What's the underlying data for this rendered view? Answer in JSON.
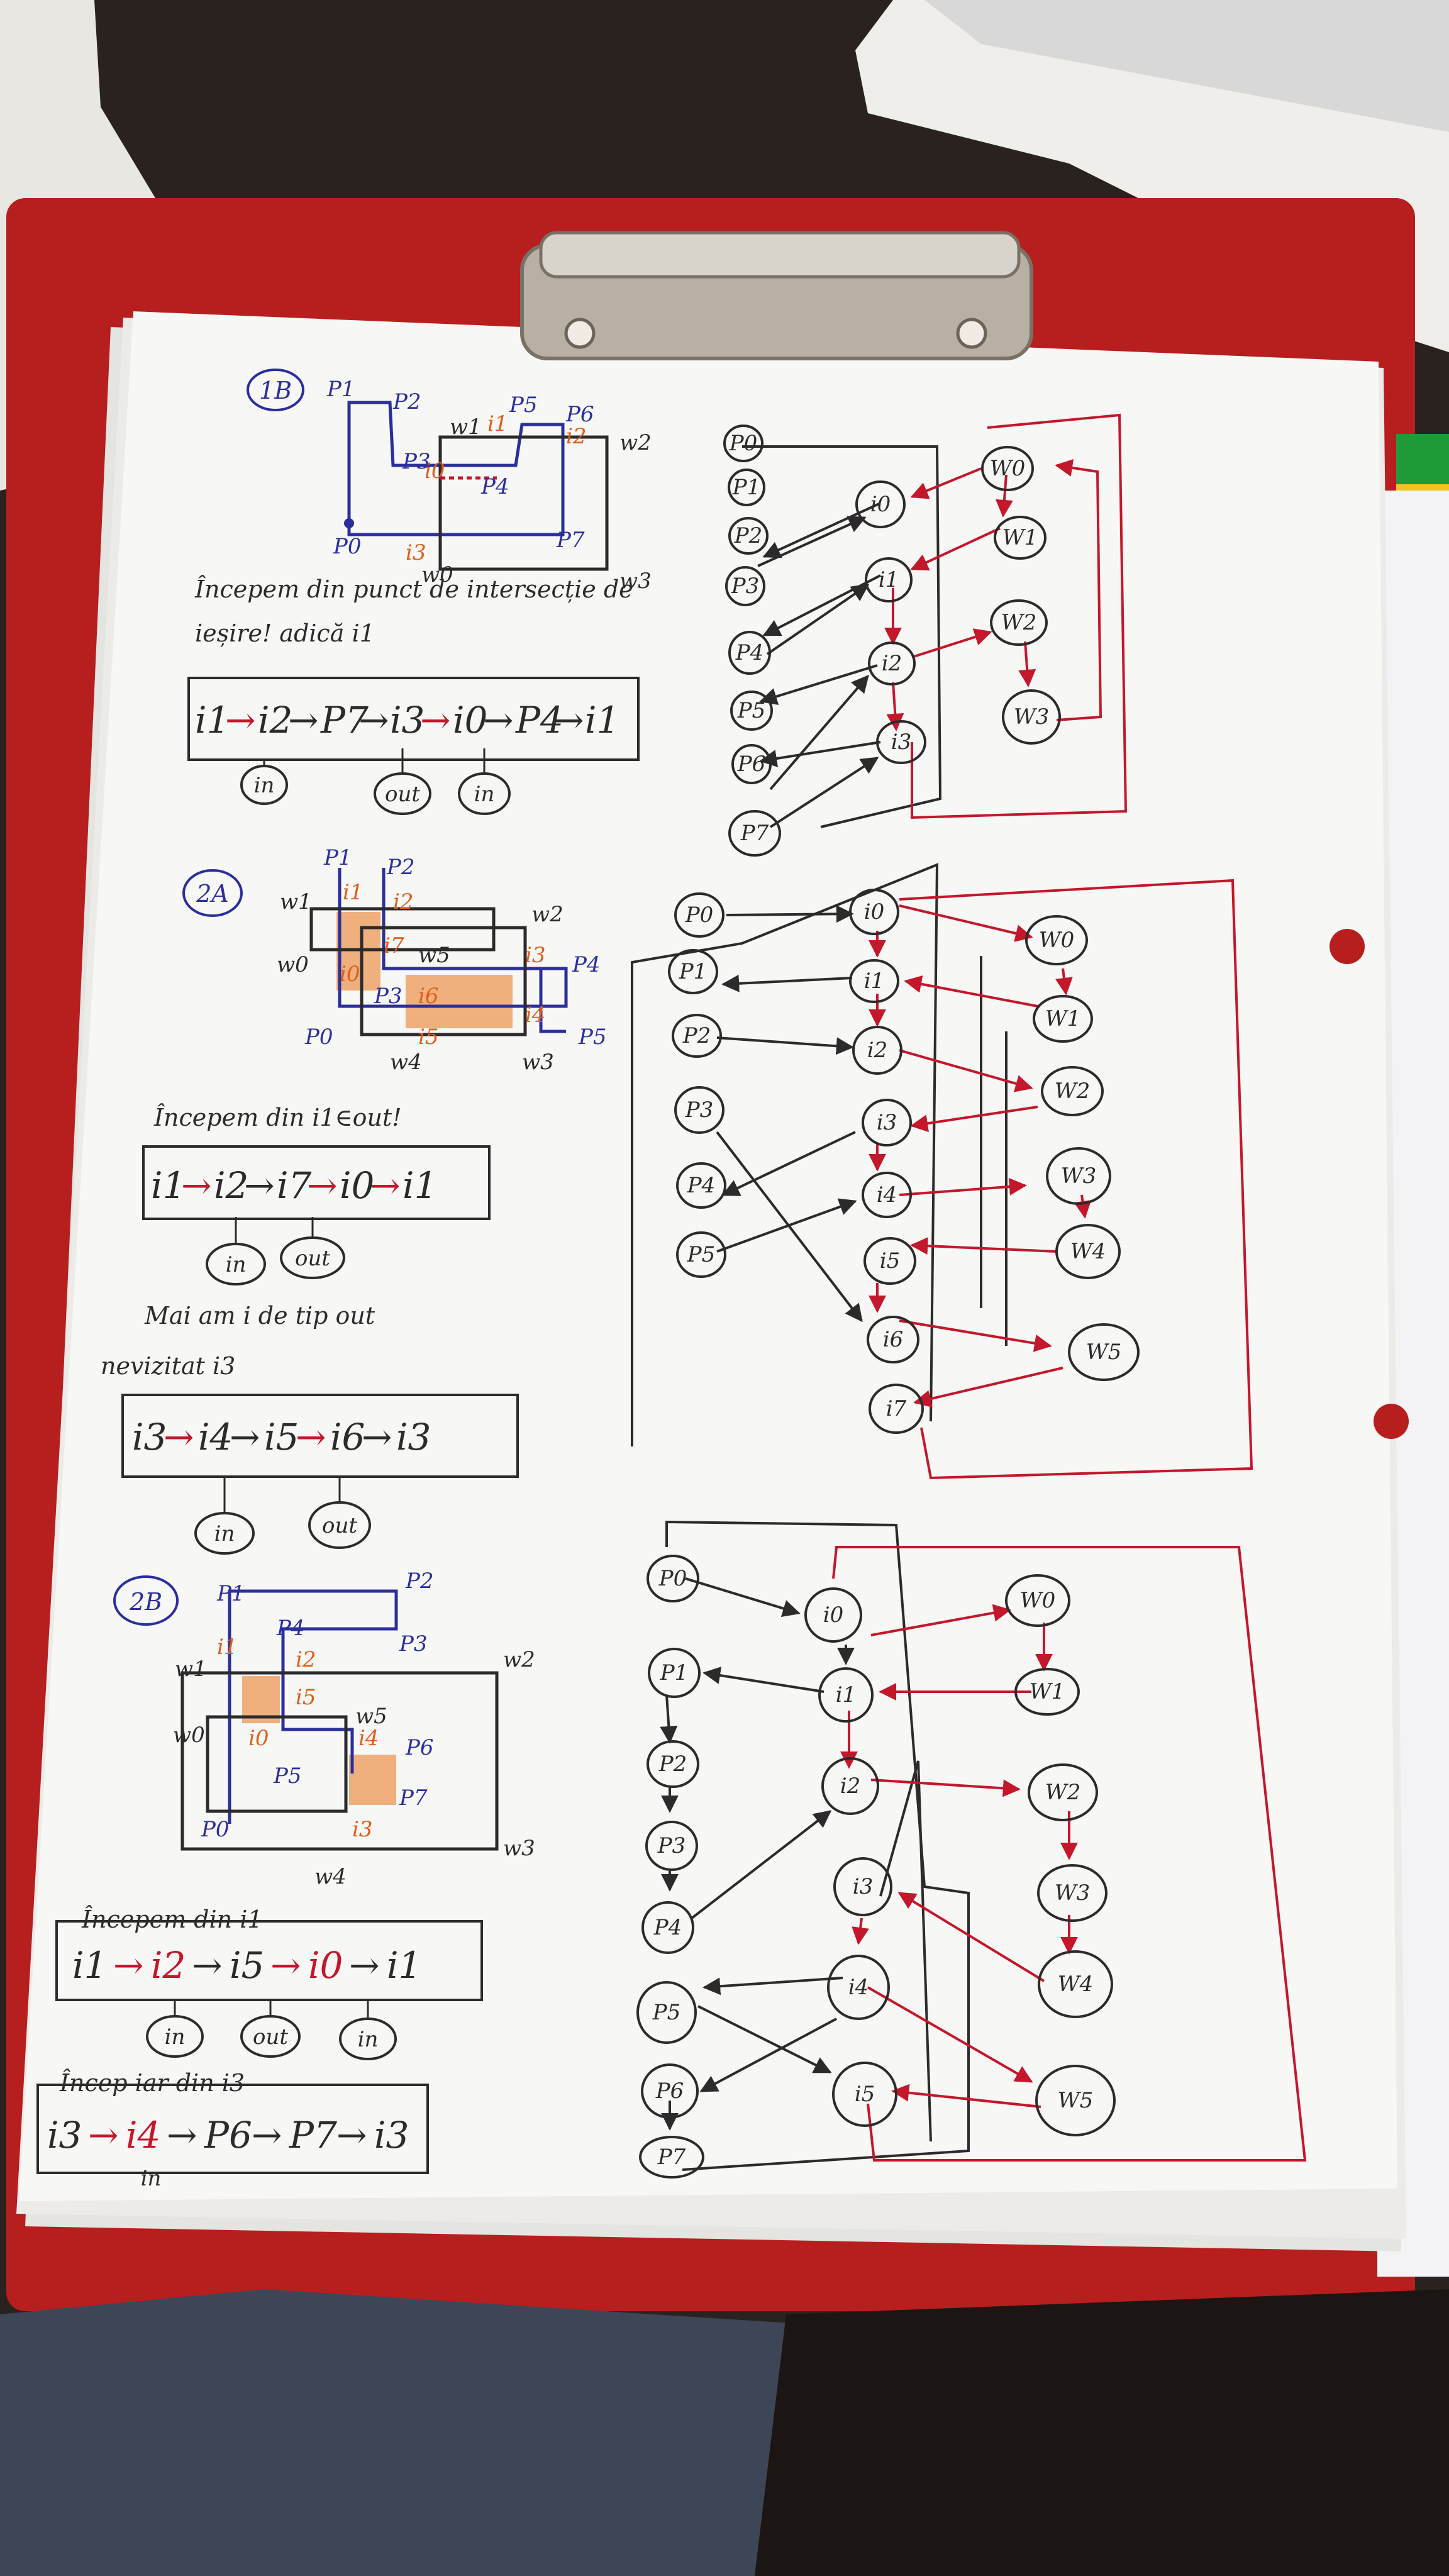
{
  "photo": {
    "colors": {
      "table": "#2a221f",
      "clipboard": "#b71e1e",
      "paper": "#f7f7f5",
      "ink_dark": "#2d2a2b",
      "ink_blue": "#2b2f9c",
      "ink_red": "#c3172c",
      "ink_orange": "#e05e1a",
      "shade": "#efb07e"
    }
  },
  "section_1b": {
    "badge": "1B",
    "points": [
      "P1",
      "P2",
      "P3",
      "P4",
      "P5",
      "P6",
      "P7",
      "P0"
    ],
    "windows": [
      "w1",
      "w2",
      "w3",
      "w0"
    ],
    "intersections": [
      "i0",
      "i1",
      "i2",
      "i3"
    ],
    "note_line1": "Începem din punct de intersecție de",
    "note_line2": "ieșire! adică i1",
    "sequence": [
      "i1",
      "i2",
      "P7",
      "i3",
      "i0",
      "P4",
      "i1"
    ],
    "tags": [
      "in",
      "out",
      "in"
    ]
  },
  "section_2a": {
    "badge": "2A",
    "points": [
      "P1",
      "P2",
      "P3",
      "P4",
      "P5",
      "P0"
    ],
    "windows": [
      "w1",
      "w0",
      "w2",
      "w5",
      "w4",
      "w3"
    ],
    "intersections": [
      "i1",
      "i2",
      "i7",
      "i0",
      "i3",
      "i6",
      "i5",
      "i4"
    ],
    "note1": "Începem din i1∈out!",
    "sequence1": [
      "i1",
      "i2",
      "i7",
      "i0",
      "i1"
    ],
    "tags1": [
      "in",
      "out"
    ],
    "note2_line1": "Mai am i de tip out",
    "note2_line2": "nevizitat i3",
    "sequence2": [
      "i3",
      "i4",
      "i5",
      "i6",
      "i3"
    ],
    "tags2": [
      "in",
      "out"
    ]
  },
  "section_2b": {
    "badge": "2B",
    "points": [
      "P1",
      "P2",
      "P3",
      "P4",
      "P5",
      "P6",
      "P7",
      "P0"
    ],
    "windows": [
      "w1",
      "w0",
      "w2",
      "w5",
      "w4",
      "w3"
    ],
    "intersections": [
      "i1",
      "i2",
      "i5",
      "i0",
      "i4",
      "i3"
    ],
    "note1": "Începem din i1",
    "sequence1": [
      "i1",
      "i2",
      "i5",
      "i0",
      "i1"
    ],
    "tags1": [
      "in",
      "out",
      "in"
    ],
    "note2": "Încep iar din i3",
    "sequence2": [
      "i3",
      "i4",
      "P6",
      "P7",
      "i3"
    ],
    "tags2": [
      "in"
    ]
  },
  "graph_1b": {
    "p_nodes": [
      "P0",
      "P1",
      "P2",
      "P3",
      "P4",
      "P5",
      "P6",
      "P7"
    ],
    "i_nodes": [
      "i0",
      "i1",
      "i2",
      "i3"
    ],
    "w_nodes": [
      "W0",
      "W1",
      "W2",
      "W3"
    ]
  },
  "graph_2a": {
    "p_nodes": [
      "P0",
      "P1",
      "P2",
      "P3",
      "P4",
      "P5"
    ],
    "i_nodes": [
      "i0",
      "i1",
      "i2",
      "i3",
      "i4",
      "i5",
      "i6",
      "i7"
    ],
    "w_nodes": [
      "W0",
      "W1",
      "W2",
      "W3",
      "W4",
      "W5"
    ]
  },
  "graph_2b": {
    "p_nodes": [
      "P0",
      "P1",
      "P2",
      "P3",
      "P4",
      "P5",
      "P6",
      "P7"
    ],
    "i_nodes": [
      "i0",
      "i1",
      "i2",
      "i3",
      "i4",
      "i5"
    ],
    "w_nodes": [
      "W0",
      "W1",
      "W2",
      "W3",
      "W4",
      "W5"
    ]
  }
}
